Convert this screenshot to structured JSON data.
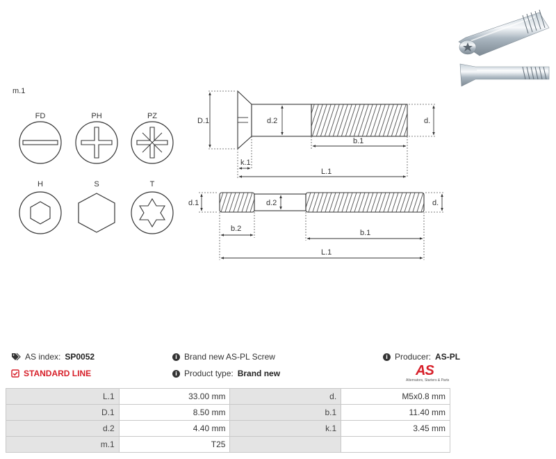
{
  "drawing": {
    "view_label": "m.1",
    "head_types": [
      "FD",
      "PH",
      "PZ",
      "H",
      "S",
      "T"
    ],
    "dims_top": {
      "D1": "D.1",
      "d2": "d.2",
      "d": "d.",
      "b1": "b.1",
      "k1": "k.1",
      "L1": "L.1"
    },
    "dims_bottom": {
      "d1": "d.1",
      "d2": "d.2",
      "d": "d.",
      "b2": "b.2",
      "b1": "b.1",
      "L1": "L.1"
    }
  },
  "info": {
    "as_index_label": "AS index:",
    "as_index_value": "SP0052",
    "line_label": "STANDARD LINE",
    "brand_text": "Brand new AS-PL Screw",
    "product_type_label": "Product type:",
    "product_type_value": "Brand new",
    "producer_label": "Producer:",
    "producer_value": "AS-PL"
  },
  "logo": {
    "mark": "AS",
    "tagline": "Alternators, Starters & Parts"
  },
  "specs": [
    {
      "k1": "L.1",
      "v1": "33.00 mm",
      "k2": "d.",
      "v2": "M5x0.8 mm"
    },
    {
      "k1": "D.1",
      "v1": "8.50 mm",
      "k2": "b.1",
      "v2": "11.40 mm"
    },
    {
      "k1": "d.2",
      "v1": "4.40 mm",
      "k2": "k.1",
      "v2": "3.45 mm"
    },
    {
      "k1": "m.1",
      "v1": "T25",
      "k2": "",
      "v2": ""
    }
  ],
  "colors": {
    "accent_red": "#d7202a",
    "key_cell_bg": "#e4e4e4",
    "border": "#c8c8c8"
  }
}
